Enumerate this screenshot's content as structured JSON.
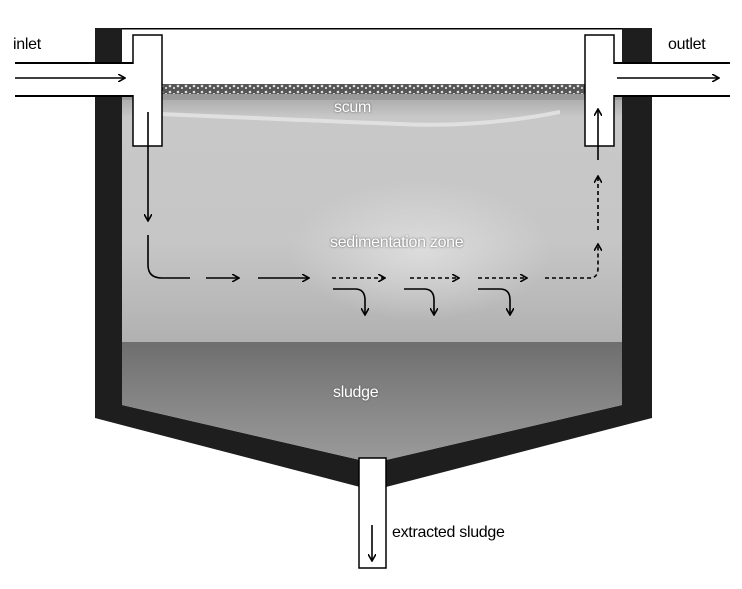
{
  "labels": {
    "inlet": "inlet",
    "outlet": "outlet",
    "scum": "scum",
    "sedimentation_zone": "sedimentation zone",
    "sludge": "sludge",
    "extracted_sludge": "extracted sludge"
  },
  "colors": {
    "wall": "#1e1e1e",
    "liquid": "#c4c4c4",
    "sludge": "#7a7a7a",
    "arrow": "#000000"
  }
}
